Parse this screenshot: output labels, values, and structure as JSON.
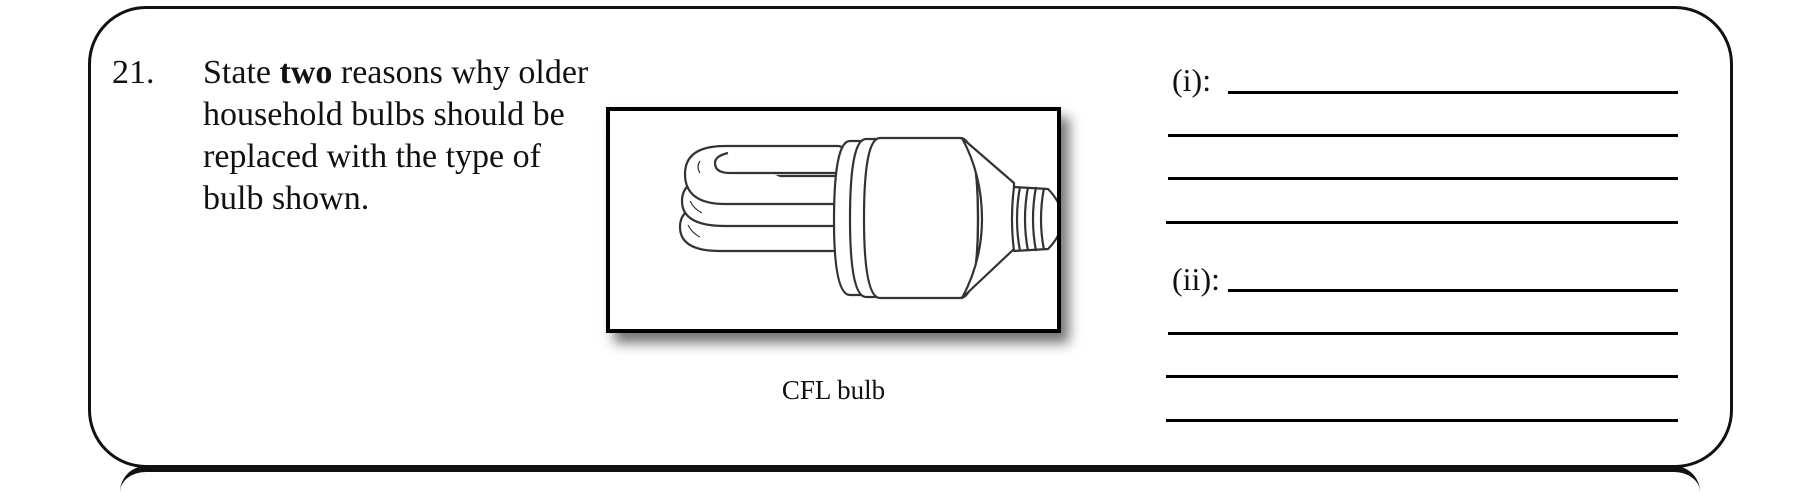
{
  "question": {
    "number": "21.",
    "text_prefix": "State ",
    "text_bold": "two",
    "text_suffix": " reasons why older household bulbs should be replaced with the type of bulb shown."
  },
  "figure": {
    "caption": "CFL bulb",
    "icon": "cfl-bulb-illustration"
  },
  "answers": [
    {
      "label": "(i):",
      "line_count": 4
    },
    {
      "label": "(ii):",
      "line_count": 4
    }
  ]
}
